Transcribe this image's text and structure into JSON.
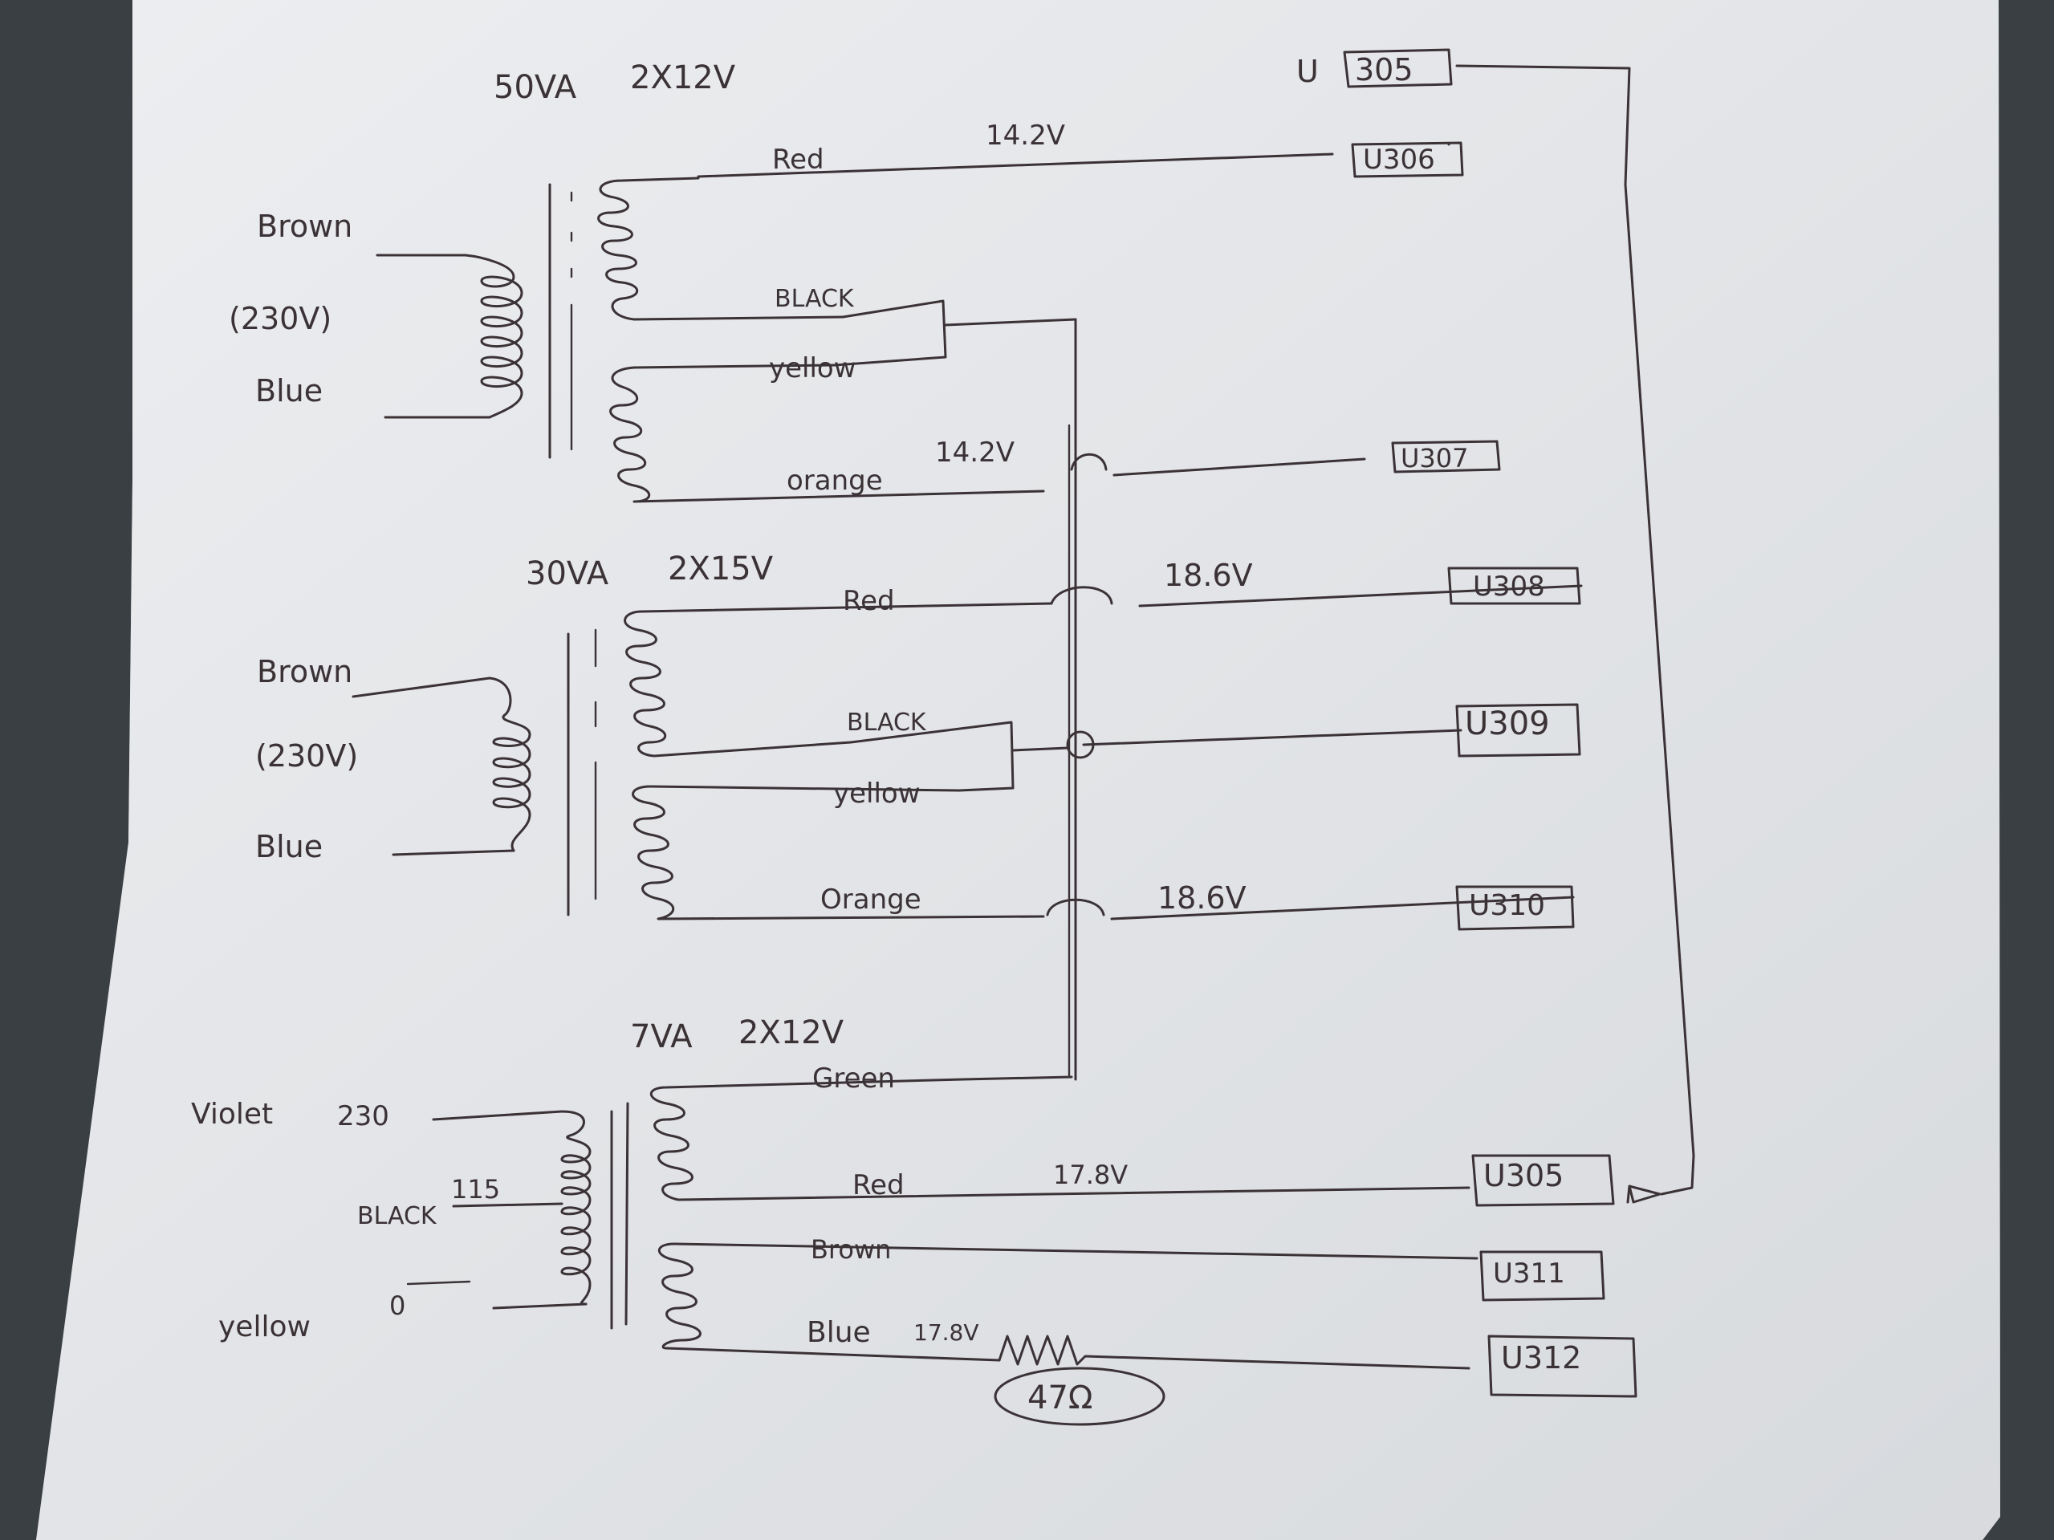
{
  "colors": {
    "background": "#3a3f43",
    "paper": "#e6e8eb",
    "ink": "#3b3236"
  },
  "transformers": [
    {
      "rating": "50VA",
      "voltage": "2X12V",
      "primary_labels": [
        "Brown",
        "(230V)",
        "Blue"
      ],
      "secondary_wires": [
        "Red",
        "BLACK",
        "yellow",
        "orange"
      ],
      "voltage_labels": [
        "14.2V",
        "14.2V"
      ]
    },
    {
      "rating": "30VA",
      "voltage": "2X15V",
      "primary_labels": [
        "Brown",
        "(230V)",
        "Blue"
      ],
      "secondary_wires": [
        "Red",
        "BLACK",
        "yellow",
        "Orange"
      ],
      "voltage_labels": [
        "18.6V",
        "18.6V"
      ]
    },
    {
      "rating": "7VA",
      "voltage": "2X12V",
      "primary_labels": [
        "Violet",
        "BLACK",
        "yellow"
      ],
      "primary_taps": [
        "230",
        "115",
        "0"
      ],
      "secondary_wires": [
        "Green",
        "Red",
        "Brown",
        "Blue"
      ],
      "voltage_labels": [
        "17.8V",
        "17.8V"
      ]
    }
  ],
  "connectors": [
    "U 305",
    "U306",
    "U307",
    "U308",
    "U309",
    "U310",
    "U305",
    "U311",
    "U312"
  ],
  "resistor": {
    "label": "47Ω"
  },
  "header_connector_prefix": "U",
  "header_connector_number": "305"
}
